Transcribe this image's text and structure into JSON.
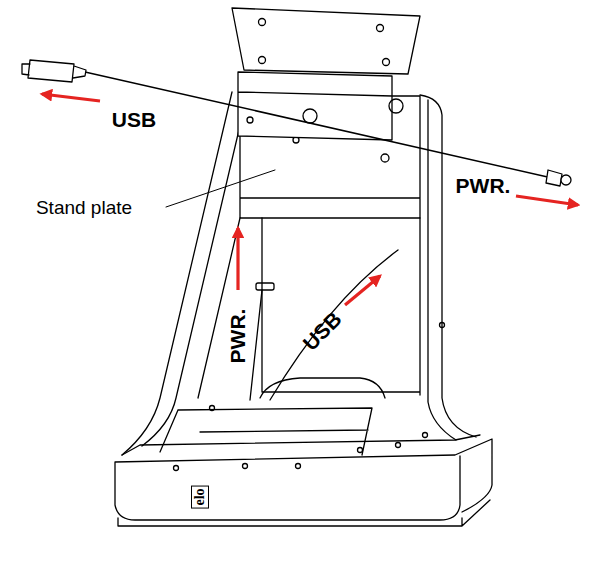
{
  "diagram": {
    "labels": [
      "USB",
      "PWR.",
      "Stand plate",
      "PWR.",
      "USB",
      "elo"
    ]
  }
}
